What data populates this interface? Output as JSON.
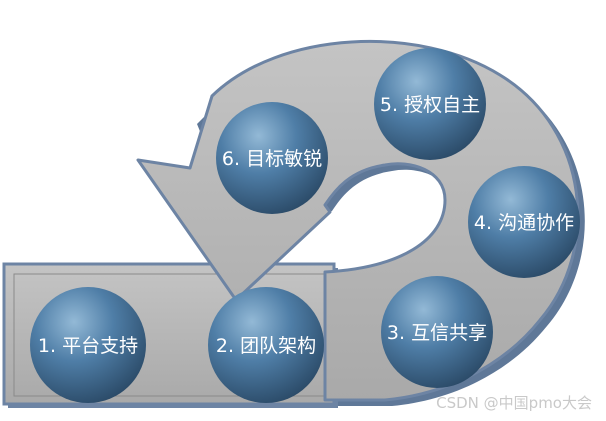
{
  "nodes": [
    {
      "label": "1. 平台支持"
    },
    {
      "label": "2. 团队架构"
    },
    {
      "label": "3. 互信共享"
    },
    {
      "label": "4. 沟通协作"
    },
    {
      "label": "5. 授权自主"
    },
    {
      "label": "6. 目标敏锐"
    }
  ],
  "watermark": "CSDN @中国pmo大会",
  "colors": {
    "band_fill": "#b9b9b9",
    "band_edge": "#6d84a4",
    "sphere_light": "#93b9d6",
    "sphere_mid": "#4f7ea7",
    "sphere_dark": "#2a4966",
    "label": "#ffffff"
  }
}
